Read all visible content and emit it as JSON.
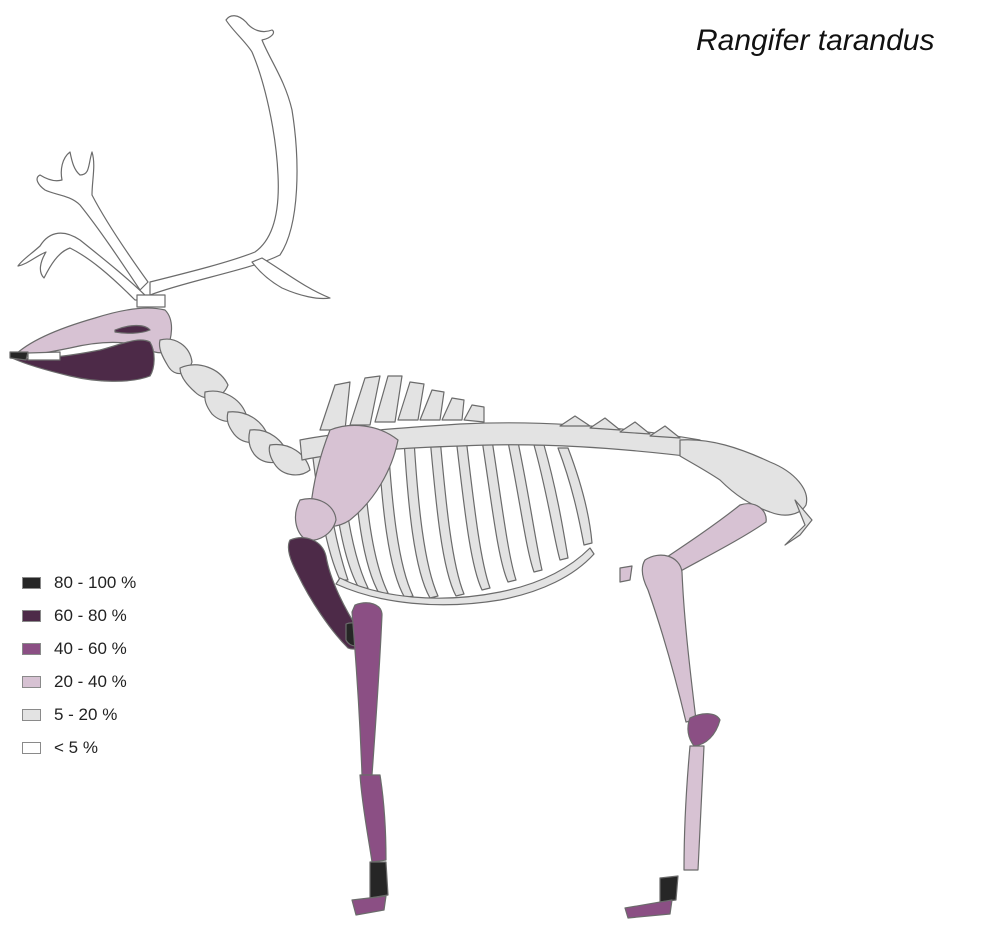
{
  "title": "Rangifer tarandus",
  "colors": {
    "c80_100": "#262626",
    "c60_80": "#4d2a48",
    "c40_60": "#8b4f84",
    "c20_40": "#d7c2d3",
    "c5_20": "#e3e3e3",
    "c0_5": "#ffffff",
    "outline": "#6b6b6b"
  },
  "legend": [
    {
      "label": "80 - 100 %",
      "color": "#262626"
    },
    {
      "label": "60 - 80 %",
      "color": "#4d2a48"
    },
    {
      "label": "40 - 60 %",
      "color": "#8b4f84"
    },
    {
      "label": "20 - 40 %",
      "color": "#d7c2d3"
    },
    {
      "label": "5 - 20 %",
      "color": "#e3e3e3"
    },
    {
      "label": "< 5 %",
      "color": "#ffffff"
    }
  ]
}
